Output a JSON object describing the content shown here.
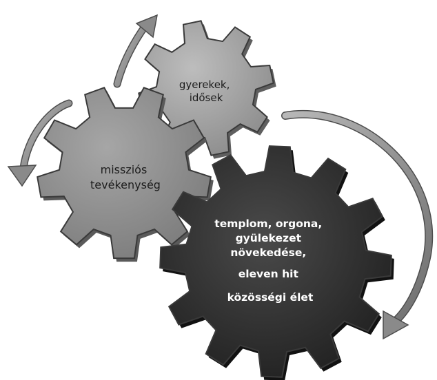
{
  "diagram": {
    "gears": [
      {
        "id": "kids-elderly",
        "lines": [
          "gyerekek,",
          "idősek"
        ],
        "fill": "#9e9e9e",
        "text_color": "#1c1c1c"
      },
      {
        "id": "mission",
        "lines": [
          "missziós",
          "tevékenység"
        ],
        "fill": "#8c8c8c",
        "text_color": "#1c1c1c"
      },
      {
        "id": "church",
        "lines": [
          "templom, orgona,",
          "gyülekezet",
          "növekedése,",
          "eleven hit",
          "közösségi élet"
        ],
        "fill": "#2f2f2f",
        "text_color": "#ffffff"
      }
    ],
    "arrow_color": "#8a8a8a",
    "arrows": [
      "arrow-top-cycle",
      "arrow-left-cycle",
      "arrow-right-cycle"
    ]
  }
}
